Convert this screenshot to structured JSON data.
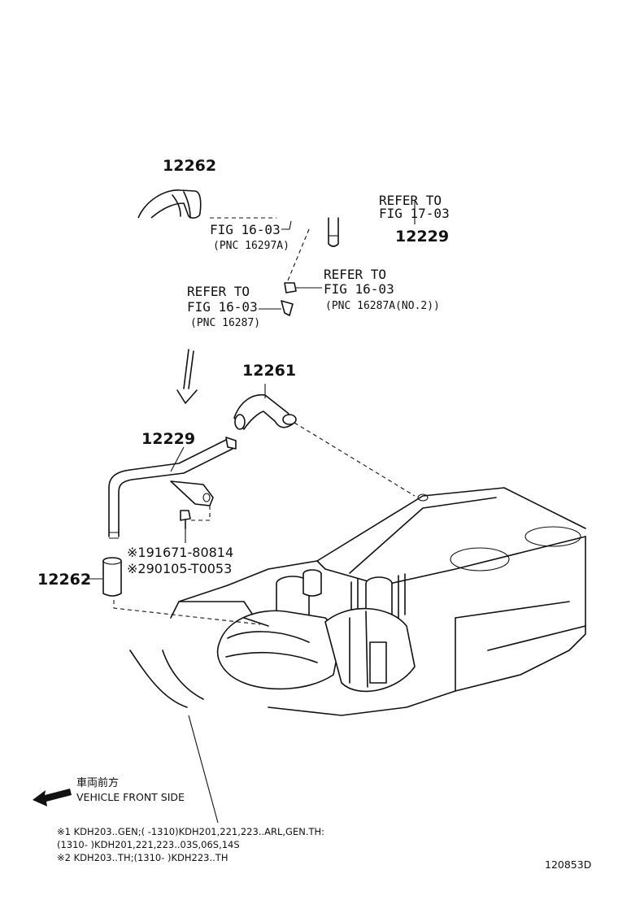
{
  "parts": {
    "hose_top": "12262",
    "hose_bottom": "12262",
    "hose_elbow": "12261",
    "pipe_main": "12229",
    "pipe_ref": "12229",
    "bolt_1": "※191671-80814",
    "bolt_2": "※290105-T0053"
  },
  "refs": {
    "ref_top_left": {
      "fig": "FIG 16-03",
      "pnc": "(PNC 16297A)"
    },
    "ref_top_right": {
      "line1": "REFER TO",
      "fig": "FIG 17-03"
    },
    "ref_mid_right": {
      "line1": "REFER TO",
      "fig": "FIG 16-03",
      "pnc": "(PNC 16287A(NO.2))"
    },
    "ref_mid_left": {
      "line1": "REFER TO",
      "fig": "FIG 16-03",
      "pnc": "(PNC 16287)"
    }
  },
  "direction": {
    "jp": "車両前方",
    "en": "VEHICLE FRONT SIDE"
  },
  "notes": [
    "※1 KDH203..GEN;(        -1310)KDH201,221,223..ARL,GEN.TH:",
    "(1310-        )KDH201,221,223..03S,06S,14S",
    "※2 KDH203..TH;(1310-        )KDH223..TH"
  ],
  "illustration_id": "120853D"
}
